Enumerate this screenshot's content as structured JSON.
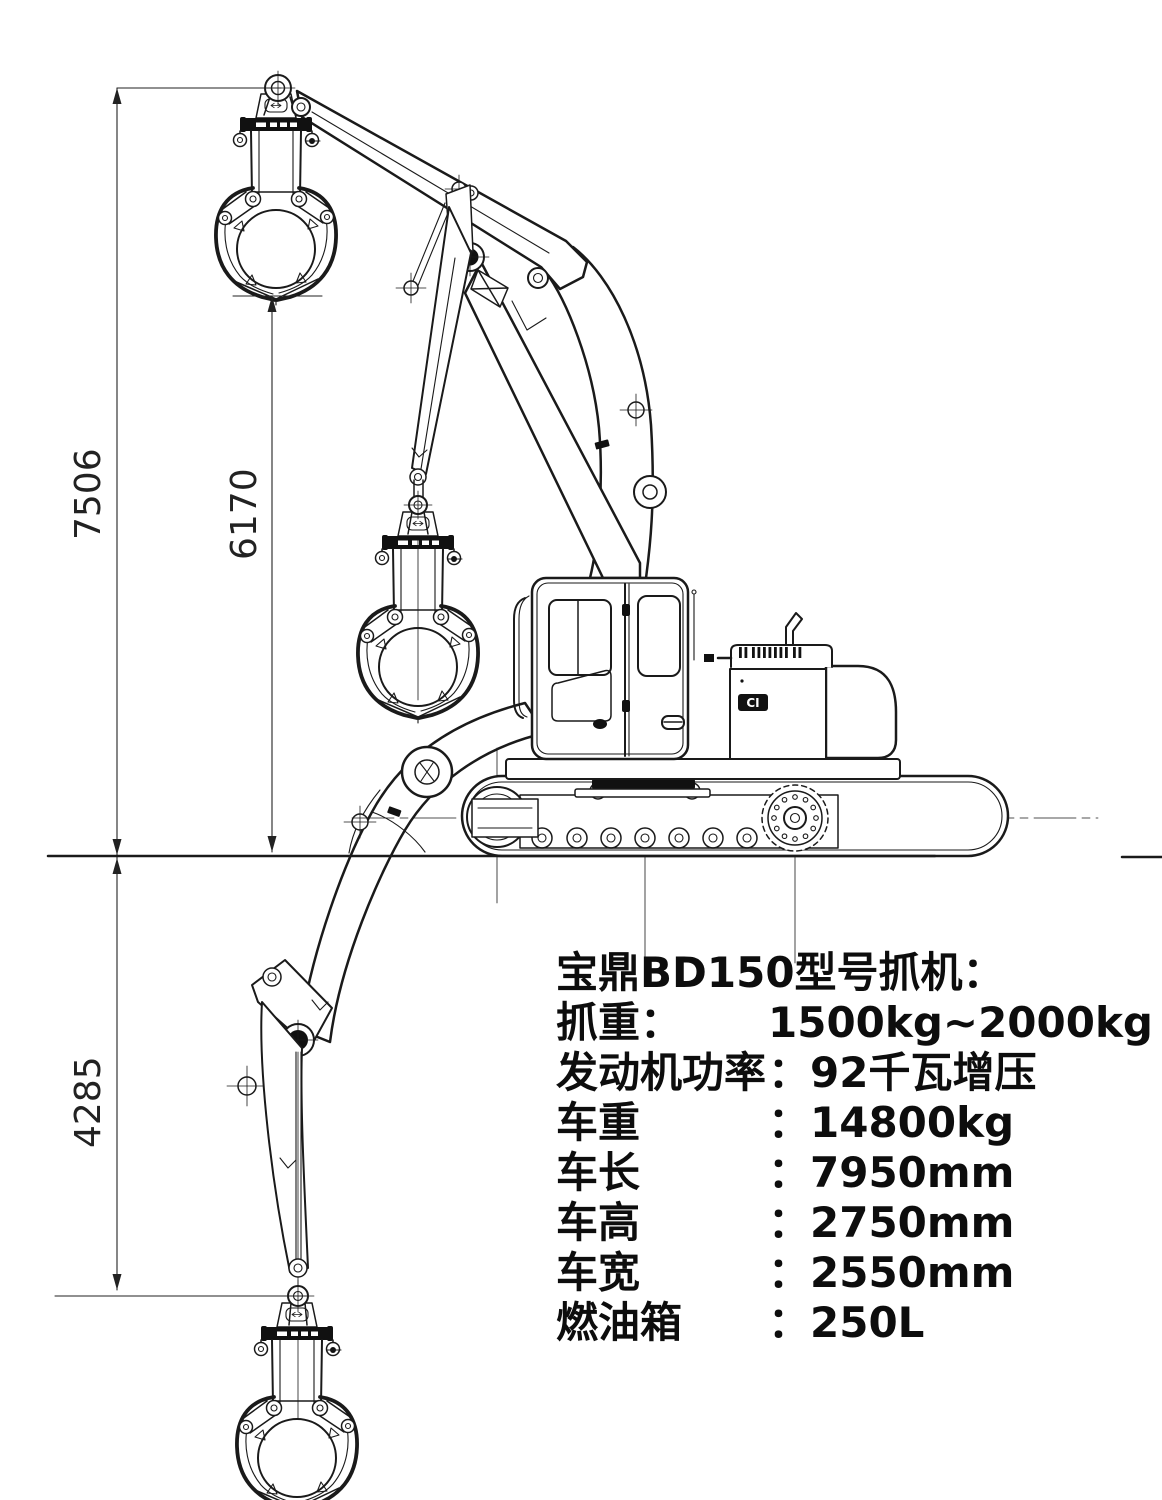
{
  "drawing": {
    "dimensions": {
      "max_height": "7506",
      "claw_tip_height": "6170",
      "max_depth": "4285"
    },
    "body_logo": "CI"
  },
  "specs": {
    "title": "宝鼎BD150型号抓机：",
    "rows": [
      {
        "label": "抓重：",
        "value": "1500kg~2000kg"
      },
      {
        "label": "发动机功率",
        "value": "：92千瓦增压"
      },
      {
        "label": "车重",
        "value": "：14800kg"
      },
      {
        "label": "车长",
        "value": "：7950mm"
      },
      {
        "label": "车高",
        "value": "：2750mm"
      },
      {
        "label": "车宽",
        "value": "：2550mm"
      },
      {
        "label": "燃油箱",
        "value": "：250L"
      }
    ]
  },
  "colors": {
    "line": "#1a1a1a",
    "text": "#0d0d0d",
    "background": "#ffffff"
  }
}
